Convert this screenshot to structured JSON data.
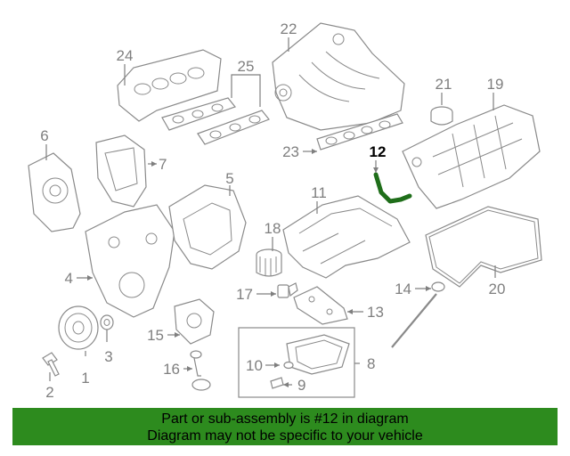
{
  "diagram": {
    "highlight_color": "#1f6e1a",
    "callouts": [
      {
        "id": "c1",
        "text": "1"
      },
      {
        "id": "c2",
        "text": "2"
      },
      {
        "id": "c3",
        "text": "3"
      },
      {
        "id": "c4",
        "text": "4"
      },
      {
        "id": "c5",
        "text": "5"
      },
      {
        "id": "c6",
        "text": "6"
      },
      {
        "id": "c7",
        "text": "7"
      },
      {
        "id": "c8",
        "text": "8"
      },
      {
        "id": "c9",
        "text": "9"
      },
      {
        "id": "c10",
        "text": "10"
      },
      {
        "id": "c11",
        "text": "11"
      },
      {
        "id": "c12",
        "text": "12"
      },
      {
        "id": "c13",
        "text": "13"
      },
      {
        "id": "c14",
        "text": "14"
      },
      {
        "id": "c15",
        "text": "15"
      },
      {
        "id": "c16",
        "text": "16"
      },
      {
        "id": "c17",
        "text": "17"
      },
      {
        "id": "c18",
        "text": "18"
      },
      {
        "id": "c19",
        "text": "19"
      },
      {
        "id": "c20",
        "text": "20"
      },
      {
        "id": "c21",
        "text": "21"
      },
      {
        "id": "c22",
        "text": "22"
      },
      {
        "id": "c23",
        "text": "23"
      },
      {
        "id": "c24",
        "text": "24"
      },
      {
        "id": "c25",
        "text": "25"
      }
    ]
  },
  "banner": {
    "bg_color": "#2d8b1e",
    "line1": "Part or sub-assembly is #12 in diagram",
    "line2": "Diagram may not be specific to your vehicle"
  }
}
